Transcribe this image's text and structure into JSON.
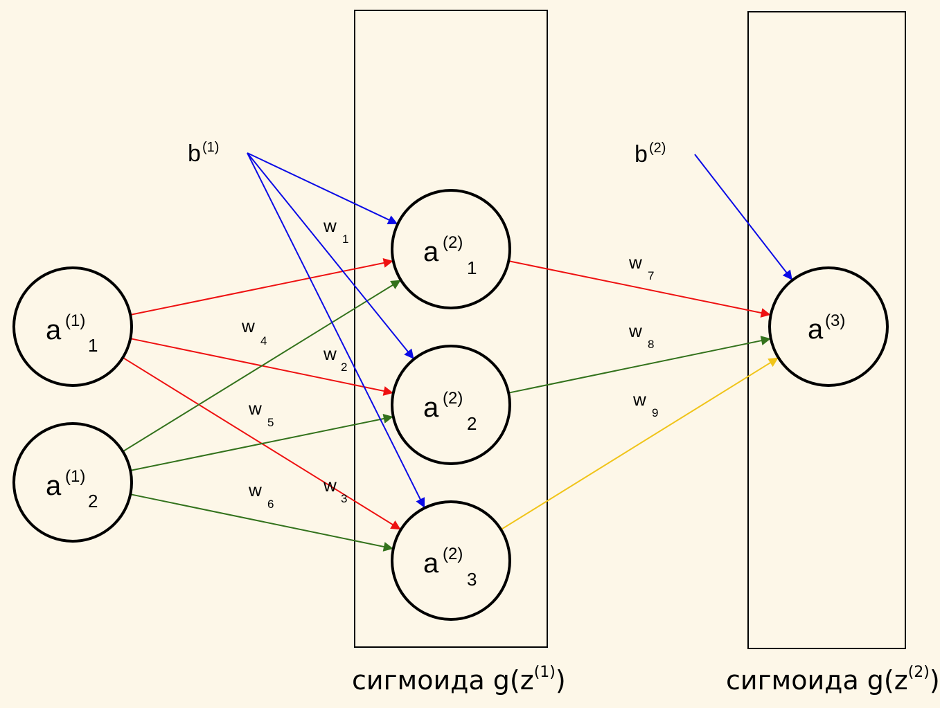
{
  "colors": {
    "background": "#fdf7e8",
    "red": "#ee1111",
    "blue": "#0a0ae6",
    "green": "#33721c",
    "yellow": "#f0c419",
    "black": "#000000"
  },
  "nodes": {
    "input_1": {
      "base": "a",
      "sup": "(1)",
      "sub": "1"
    },
    "input_2": {
      "base": "a",
      "sup": "(1)",
      "sub": "2"
    },
    "hidden_1": {
      "base": "a",
      "sup": "(2)",
      "sub": "1"
    },
    "hidden_2": {
      "base": "a",
      "sup": "(2)",
      "sub": "2"
    },
    "hidden_3": {
      "base": "a",
      "sup": "(2)",
      "sub": "3"
    },
    "output": {
      "base": "a",
      "sup": "(3)"
    }
  },
  "biases": {
    "b1": {
      "base": "b",
      "sup": "(1)"
    },
    "b2": {
      "base": "b",
      "sup": "(2)"
    }
  },
  "weights": {
    "w1": {
      "base": "w",
      "sub": "1"
    },
    "w2": {
      "base": "w",
      "sub": "2"
    },
    "w3": {
      "base": "w",
      "sub": "3"
    },
    "w4": {
      "base": "w",
      "sub": "4"
    },
    "w5": {
      "base": "w",
      "sub": "5"
    },
    "w6": {
      "base": "w",
      "sub": "6"
    },
    "w7": {
      "base": "w",
      "sub": "7"
    },
    "w8": {
      "base": "w",
      "sub": "8"
    },
    "w9": {
      "base": "w",
      "sub": "9"
    }
  },
  "captions": {
    "hidden": {
      "text": "сигмоида g(z",
      "sup": "(1)",
      "close": ")"
    },
    "output": {
      "text": "сигмоида g(z",
      "sup": "(2)",
      "close": ")"
    }
  },
  "edges": [
    {
      "from": "input_1",
      "to": "hidden_1",
      "color": "red"
    },
    {
      "from": "input_1",
      "to": "hidden_2",
      "color": "red"
    },
    {
      "from": "input_1",
      "to": "hidden_3",
      "color": "red"
    },
    {
      "from": "input_2",
      "to": "hidden_1",
      "color": "green"
    },
    {
      "from": "input_2",
      "to": "hidden_2",
      "color": "green"
    },
    {
      "from": "input_2",
      "to": "hidden_3",
      "color": "green"
    },
    {
      "from": "b1",
      "to": "hidden_1",
      "color": "blue"
    },
    {
      "from": "b1",
      "to": "hidden_2",
      "color": "blue"
    },
    {
      "from": "b1",
      "to": "hidden_3",
      "color": "blue"
    },
    {
      "from": "hidden_1",
      "to": "output",
      "color": "red"
    },
    {
      "from": "hidden_2",
      "to": "output",
      "color": "green"
    },
    {
      "from": "hidden_3",
      "to": "output",
      "color": "yellow"
    },
    {
      "from": "b2",
      "to": "output",
      "color": "blue"
    }
  ]
}
